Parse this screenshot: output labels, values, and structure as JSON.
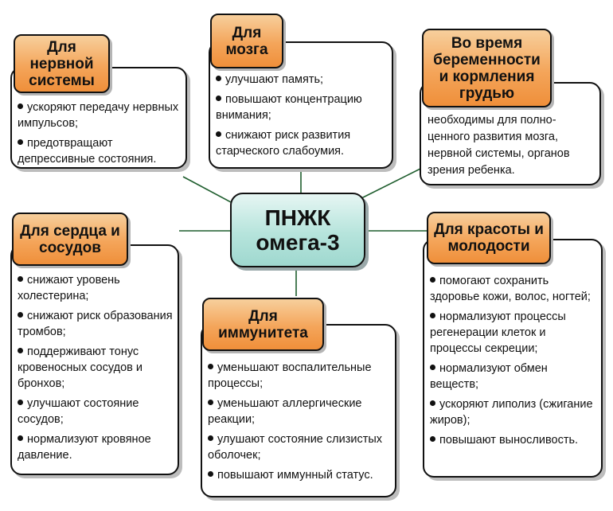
{
  "center": {
    "line1": "ПНЖК",
    "line2": "омега-3"
  },
  "nervous": {
    "title": "Для нервной системы",
    "items": [
      "ускоряют передачу нервных импульсов;",
      "предотвращают депрессивные состояния."
    ]
  },
  "brain": {
    "title": "Для мозга",
    "items": [
      "улучшают память;",
      "повышают концентрацию внимания;",
      "снижают риск развития старческого слабоумия."
    ]
  },
  "pregnancy": {
    "title": "Во время беременности и кормления грудью",
    "text": "необходимы для полно-ценного развития мозга, нервной системы, органов зрения ребенка."
  },
  "heart": {
    "title": "Для сердца и сосудов",
    "items": [
      "снижают уровень холестерина;",
      "снижают риск образования тромбов;",
      "поддерживают тонус кровеносных сосудов и бронхов;",
      "улучшают состояние сосудов;",
      "нормализуют кровяное давление."
    ]
  },
  "immunity": {
    "title": "Для иммунитета",
    "items": [
      "уменьшают воспалительные процессы;",
      "уменьшают аллергические реакции;",
      "улушают состояние слизистых оболочек;",
      "повышают иммунный статус."
    ]
  },
  "beauty": {
    "title": "Для красоты и молодости",
    "items": [
      "помогают сохранить здоровье кожи, волос, ногтей;",
      "нормализуют процессы регенерации клеток и процессы секреции;",
      "нормализуют обмен веществ;",
      "ускоряют липолиз (сжигание жиров);",
      "повышают выносливость."
    ]
  },
  "colors": {
    "header_orange": "#f4a55a",
    "center_teal": "#b6e4dc",
    "connector": "#1f5e2e"
  }
}
